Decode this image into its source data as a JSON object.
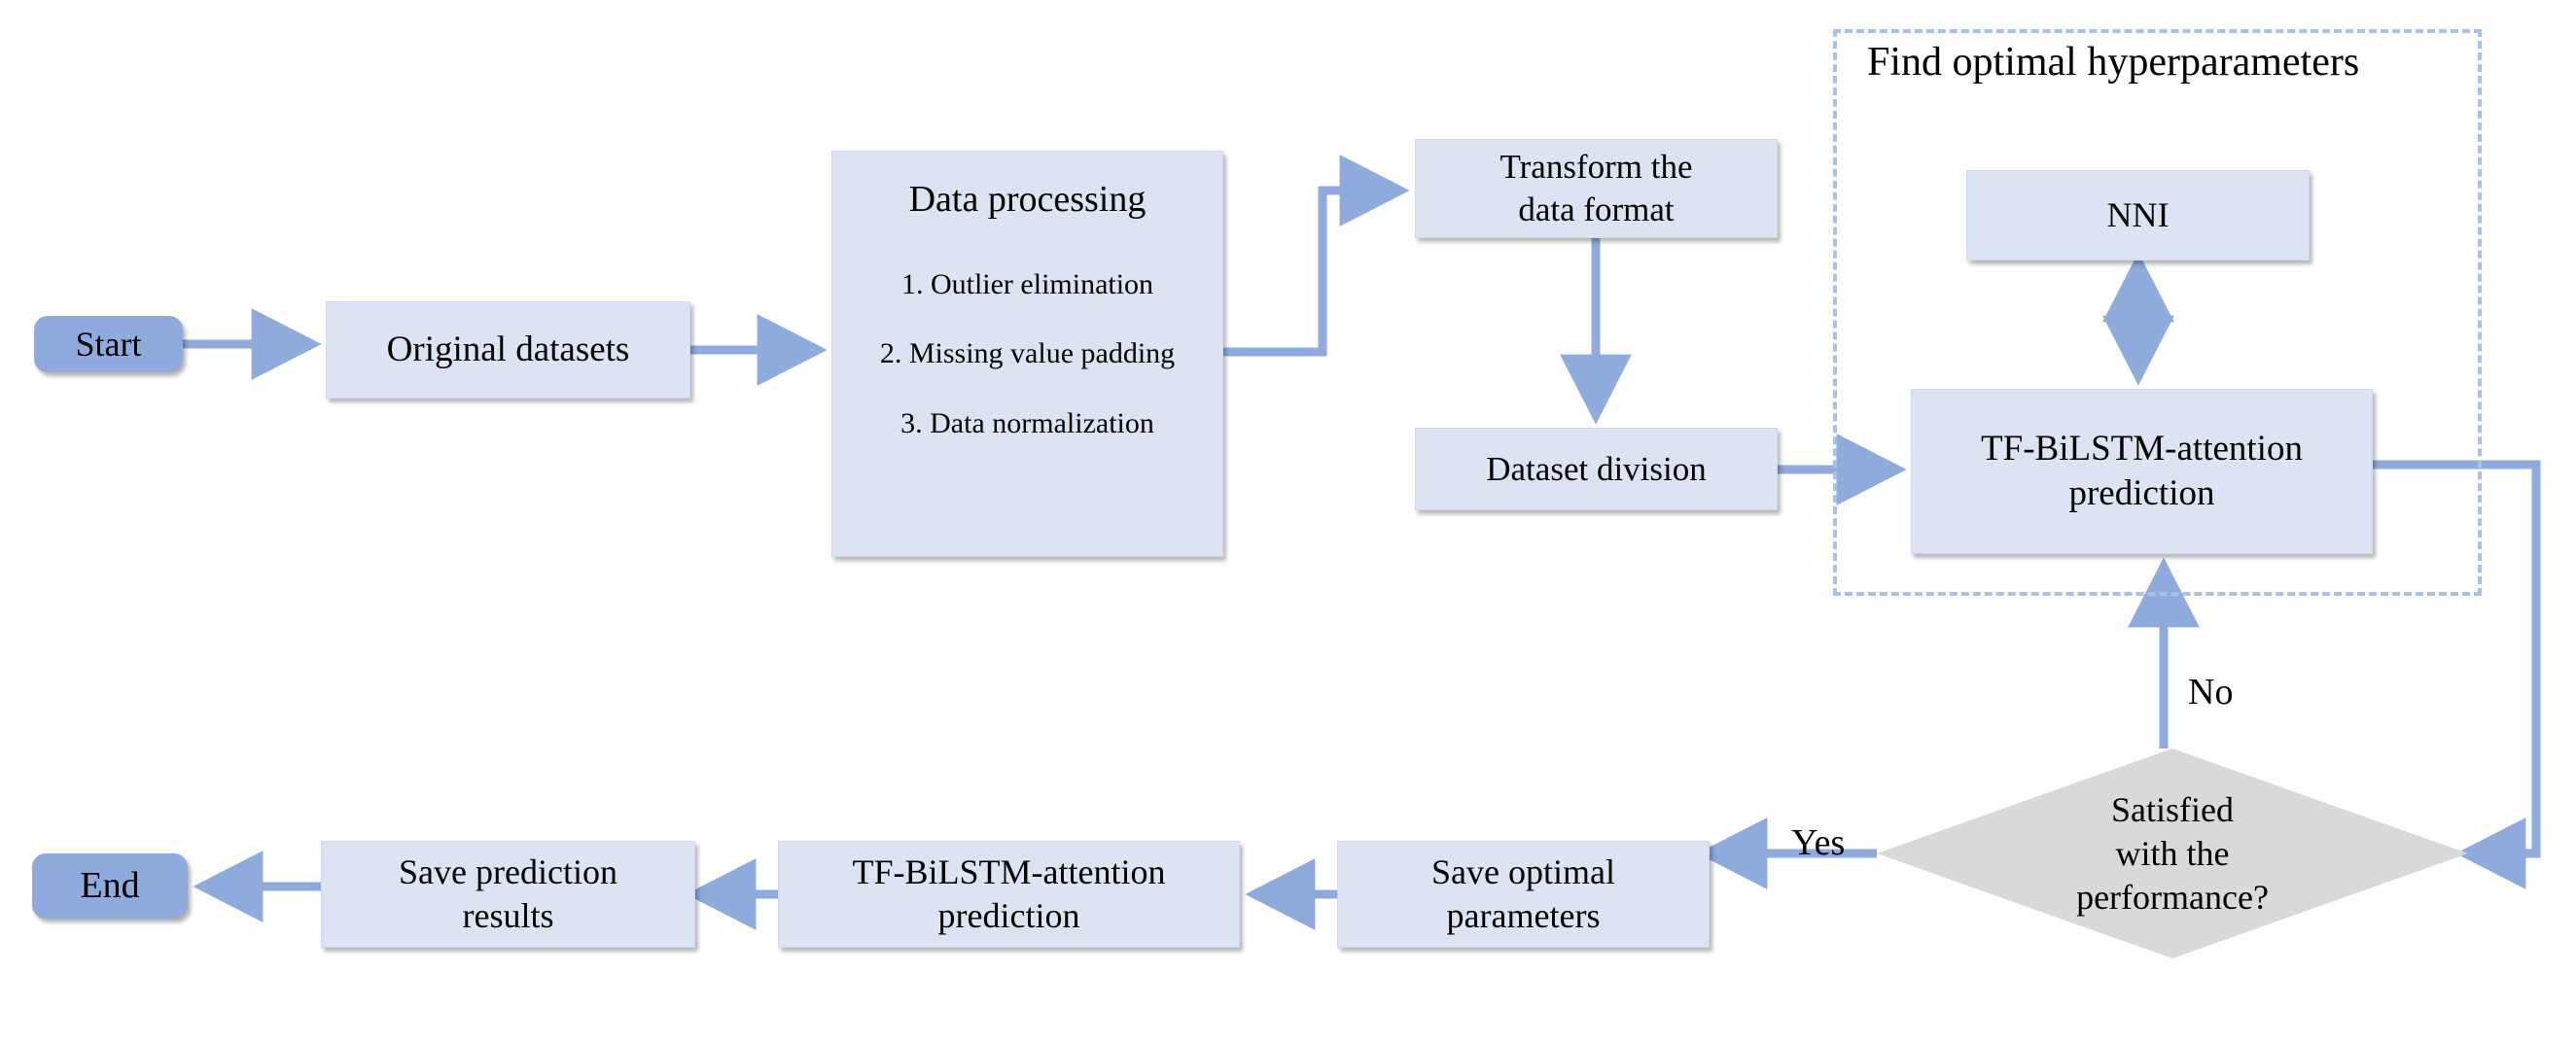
{
  "diagram": {
    "title_region": {
      "label": "Find optimal hyperparameters"
    },
    "colors": {
      "process_fill": "#dce3f2",
      "terminator_fill": "#8faadc",
      "decision_fill": "#d9d9d9",
      "connector": "#8faadc",
      "dashed_border": "#a9c0e8",
      "text": "#000000"
    },
    "nodes": {
      "start": {
        "label": "Start",
        "shape": "terminator"
      },
      "original_datasets": {
        "label": "Original datasets",
        "shape": "process"
      },
      "data_processing": {
        "shape": "process",
        "title": "Data processing",
        "items": [
          "1. Outlier elimination",
          "2. Missing value padding",
          "3. Data normalization"
        ]
      },
      "transform_data_format": {
        "shape": "process",
        "line1": "Transform the",
        "line2": "data format"
      },
      "dataset_division": {
        "label": "Dataset division",
        "shape": "process"
      },
      "nni": {
        "label": "NNI",
        "shape": "process"
      },
      "model_prediction_top": {
        "shape": "process",
        "line1": "TF-BiLSTM-attention",
        "line2": "prediction"
      },
      "decision": {
        "shape": "decision",
        "line1": "Satisfied",
        "line2": "with the",
        "line3": "performance?"
      },
      "save_optimal_parameters": {
        "shape": "process",
        "line1": "Save optimal",
        "line2": "parameters"
      },
      "model_prediction_bottom": {
        "shape": "process",
        "line1": "TF-BiLSTM-attention",
        "line2": "prediction"
      },
      "save_prediction_results": {
        "shape": "process",
        "line1": "Save prediction",
        "line2": "results"
      },
      "end": {
        "label": "End",
        "shape": "terminator"
      }
    },
    "edge_labels": {
      "no": "No",
      "yes": "Yes"
    }
  }
}
